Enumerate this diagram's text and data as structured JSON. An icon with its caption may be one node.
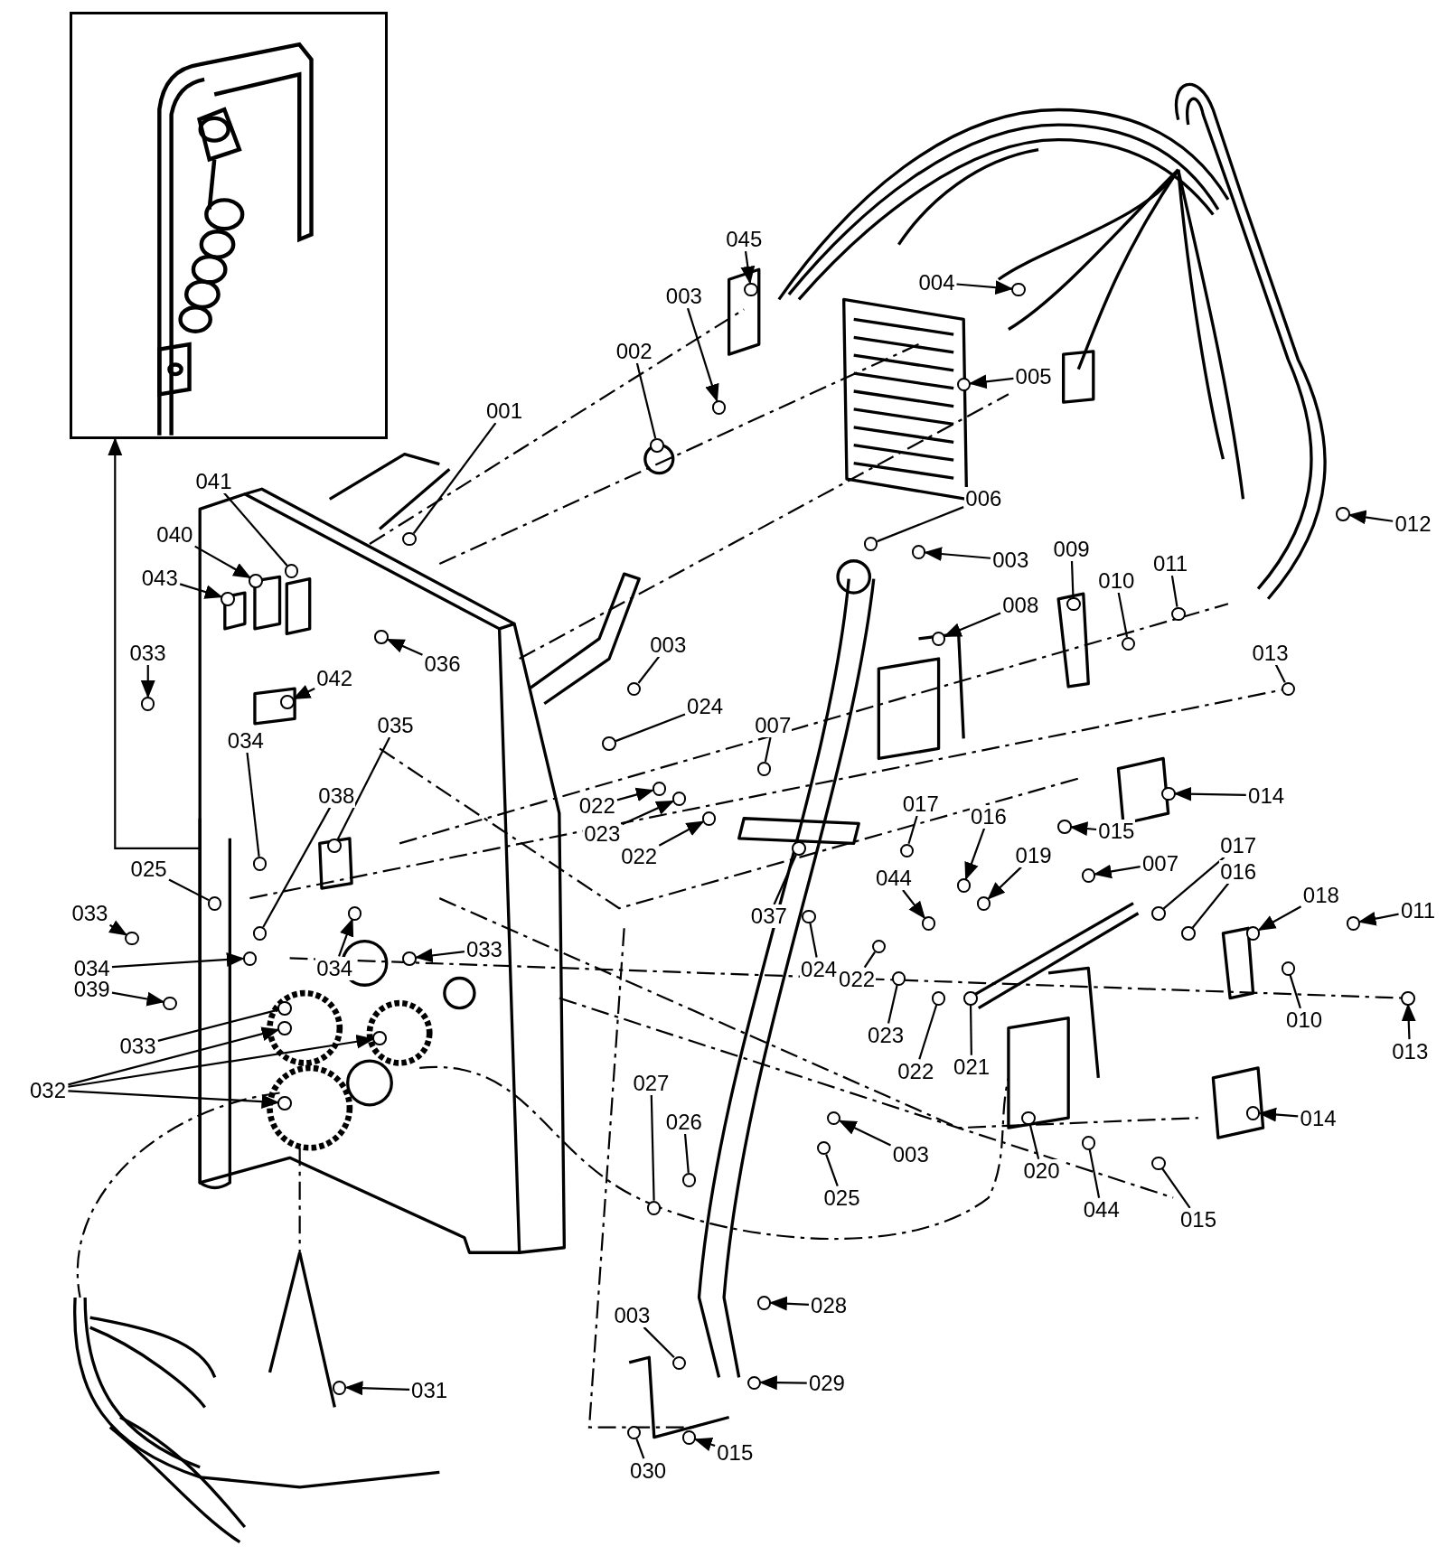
{
  "diagram": {
    "nodes": [
      {
        "text": [],
        "shape": "picture"
      },
      {
        "text": [
          "045"
        ]
      },
      {
        "text": [
          "004"
        ]
      },
      {
        "text": [
          "003"
        ]
      },
      {
        "text": [
          "002"
        ]
      },
      {
        "text": [
          "005"
        ]
      },
      {
        "text": [
          "001"
        ]
      },
      {
        "text": [
          "041"
        ]
      },
      {
        "text": [
          "006"
        ]
      },
      {
        "text": [
          "012"
        ]
      },
      {
        "text": [
          "040"
        ]
      },
      {
        "text": [
          "009"
        ]
      },
      {
        "text": [
          "003"
        ]
      },
      {
        "text": [
          "011"
        ]
      },
      {
        "text": [
          "043"
        ]
      },
      {
        "text": [
          "010"
        ]
      },
      {
        "text": [
          "008"
        ]
      },
      {
        "text": [
          "003"
        ]
      },
      {
        "text": [
          "033"
        ]
      },
      {
        "text": [
          "013"
        ]
      },
      {
        "text": [
          "036"
        ]
      },
      {
        "text": [
          "042"
        ]
      },
      {
        "text": [
          "024"
        ]
      },
      {
        "text": [
          "007"
        ]
      },
      {
        "text": [
          "035"
        ]
      },
      {
        "text": [
          "034"
        ]
      },
      {
        "text": [
          "014"
        ]
      },
      {
        "text": [
          "038"
        ]
      },
      {
        "text": [
          "017"
        ]
      },
      {
        "text": [
          "022"
        ]
      },
      {
        "text": [
          "016"
        ]
      },
      {
        "text": [
          "015"
        ]
      },
      {
        "text": [
          "023"
        ]
      },
      {
        "text": [
          "017"
        ]
      },
      {
        "text": [
          "019"
        ]
      },
      {
        "text": [
          "022"
        ]
      },
      {
        "text": [
          "007"
        ]
      },
      {
        "text": [
          "025"
        ]
      },
      {
        "text": [
          "016"
        ]
      },
      {
        "text": [
          "044"
        ]
      },
      {
        "text": [
          "018"
        ]
      },
      {
        "text": [
          "011"
        ]
      },
      {
        "text": [
          "033"
        ]
      },
      {
        "text": [
          "037"
        ]
      },
      {
        "text": [
          "033"
        ]
      },
      {
        "text": [
          "034"
        ]
      },
      {
        "text": [
          "034"
        ]
      },
      {
        "text": [
          "024"
        ]
      },
      {
        "text": [
          "022"
        ]
      },
      {
        "text": [
          "039"
        ]
      },
      {
        "text": [
          "010"
        ]
      },
      {
        "text": [
          "023"
        ]
      },
      {
        "text": [
          "033"
        ]
      },
      {
        "text": [
          "013"
        ]
      },
      {
        "text": [
          "021"
        ]
      },
      {
        "text": [
          "022"
        ]
      },
      {
        "text": [
          "027"
        ]
      },
      {
        "text": [
          "032"
        ]
      },
      {
        "text": [
          "014"
        ]
      },
      {
        "text": [
          "026"
        ]
      },
      {
        "text": [
          "003"
        ]
      },
      {
        "text": [
          "020"
        ]
      },
      {
        "text": [
          "025"
        ]
      },
      {
        "text": [
          "044"
        ]
      },
      {
        "text": [
          "015"
        ]
      },
      {
        "text": [
          "028"
        ]
      },
      {
        "text": [
          "003"
        ]
      },
      {
        "text": [
          "029"
        ]
      },
      {
        "text": [
          "031"
        ]
      },
      {
        "text": [
          "015"
        ]
      },
      {
        "text": [
          "030"
        ]
      },
      {
        "text": [],
        "shape": "circle"
      },
      {
        "text": [],
        "shape": "circle"
      },
      {
        "text": [],
        "shape": "circle"
      },
      {
        "text": [],
        "shape": "circle"
      },
      {
        "text": [],
        "shape": "circle"
      },
      {
        "text": [],
        "shape": "circle"
      },
      {
        "text": [],
        "shape": "circle"
      },
      {
        "text": [],
        "shape": "circle"
      },
      {
        "text": [],
        "shape": "circle"
      },
      {
        "text": [],
        "shape": "circle"
      },
      {
        "text": [],
        "shape": "circle"
      },
      {
        "text": [],
        "shape": "circle"
      },
      {
        "text": [],
        "shape": "circle"
      },
      {
        "text": [],
        "shape": "circle"
      },
      {
        "text": [],
        "shape": "circle"
      },
      {
        "text": [],
        "shape": "circle"
      },
      {
        "text": [],
        "shape": "circle"
      },
      {
        "text": [],
        "shape": "circle"
      },
      {
        "text": [],
        "shape": "circle"
      },
      {
        "text": [],
        "shape": "circle"
      },
      {
        "text": [],
        "shape": "circle"
      },
      {
        "text": [],
        "shape": "circle"
      },
      {
        "text": [],
        "shape": "circle"
      },
      {
        "text": [],
        "shape": "circle"
      },
      {
        "text": [],
        "shape": "circle"
      },
      {
        "text": [],
        "shape": "circle"
      },
      {
        "text": [],
        "shape": "circle"
      },
      {
        "text": [],
        "shape": "circle"
      },
      {
        "text": [],
        "shape": "circle"
      },
      {
        "text": [],
        "shape": "circle"
      },
      {
        "text": [],
        "shape": "circle"
      },
      {
        "text": [],
        "shape": "circle"
      },
      {
        "text": [],
        "shape": "circle"
      },
      {
        "text": [],
        "shape": "circle"
      },
      {
        "text": [],
        "shape": "circle"
      },
      {
        "text": [],
        "shape": "circle"
      },
      {
        "text": [],
        "shape": "circle"
      },
      {
        "text": [],
        "shape": "circle"
      },
      {
        "text": [],
        "shape": "circle"
      },
      {
        "text": [],
        "shape": "circle"
      },
      {
        "text": [],
        "shape": "circle"
      },
      {
        "text": [],
        "shape": "circle"
      },
      {
        "text": [],
        "shape": "circle"
      },
      {
        "text": [],
        "shape": "circle"
      },
      {
        "text": [],
        "shape": "circle"
      },
      {
        "text": [],
        "shape": "circle"
      },
      {
        "text": [],
        "shape": "circle"
      },
      {
        "text": [],
        "shape": "circle"
      },
      {
        "text": [],
        "shape": "circle"
      },
      {
        "text": [],
        "shape": "circle"
      },
      {
        "text": [],
        "shape": "circle"
      },
      {
        "text": [],
        "shape": "circle"
      },
      {
        "text": [],
        "shape": "circle"
      },
      {
        "text": [],
        "shape": "circle"
      },
      {
        "text": [],
        "shape": "circle"
      },
      {
        "text": [],
        "shape": "circle"
      },
      {
        "text": [],
        "shape": "circle"
      },
      {
        "text": [],
        "shape": "circle"
      },
      {
        "text": [],
        "shape": "circle"
      },
      {
        "text": [],
        "shape": "circle"
      },
      {
        "text": [],
        "shape": "circle"
      },
      {
        "text": [],
        "shape": "circle"
      },
      {
        "text": [],
        "shape": "circle"
      },
      {
        "text": [],
        "shape": "circle"
      },
      {
        "text": [],
        "shape": "circle"
      },
      {
        "text": [],
        "shape": "circle"
      },
      {
        "text": [],
        "shape": "circle"
      },
      {
        "text": [],
        "shape": "circle"
      },
      {
        "text": [],
        "shape": "circle"
      },
      {
        "text": [],
        "shape": "circle"
      },
      {
        "text": [],
        "shape": "circle"
      },
      {
        "text": [],
        "shape": "circle"
      }
    ],
    "edges": [
      {
        "from": 1,
        "to": 71,
        "arrow": "to"
      },
      {
        "from": 2,
        "to": 72,
        "arrow": "to"
      },
      {
        "from": 3,
        "to": 73,
        "arrow": "to"
      },
      {
        "from": 4,
        "to": 74,
        "arrow": "none"
      },
      {
        "from": 5,
        "to": 75,
        "arrow": "to"
      },
      {
        "from": 6,
        "to": 76,
        "arrow": "none"
      },
      {
        "from": 7,
        "to": 77,
        "arrow": "none"
      },
      {
        "from": 8,
        "to": 78,
        "arrow": "none"
      },
      {
        "from": 9,
        "to": 79,
        "arrow": "to"
      },
      {
        "from": 10,
        "to": 80,
        "arrow": "to"
      },
      {
        "from": 11,
        "to": 81,
        "arrow": "none"
      },
      {
        "from": 12,
        "to": 82,
        "arrow": "to"
      },
      {
        "from": 13,
        "to": 83,
        "arrow": "none"
      },
      {
        "from": 14,
        "to": 84,
        "arrow": "to"
      },
      {
        "from": 15,
        "to": 85,
        "arrow": "none"
      },
      {
        "from": 16,
        "to": 86,
        "arrow": "to"
      },
      {
        "from": 17,
        "to": 87,
        "arrow": "none"
      },
      {
        "from": 18,
        "to": 88,
        "arrow": "to"
      },
      {
        "from": 19,
        "to": 89,
        "arrow": "none"
      },
      {
        "from": 20,
        "to": 90,
        "arrow": "to"
      },
      {
        "from": 21,
        "to": 91,
        "arrow": "to"
      },
      {
        "from": 22,
        "to": 92,
        "arrow": "none"
      },
      {
        "from": 23,
        "to": 93,
        "arrow": "none"
      },
      {
        "from": 24,
        "to": 94,
        "arrow": "none"
      },
      {
        "from": 25,
        "to": 95,
        "arrow": "none"
      },
      {
        "from": 26,
        "to": 96,
        "arrow": "to"
      },
      {
        "from": 27,
        "to": 97,
        "arrow": "none"
      },
      {
        "from": 28,
        "to": 98,
        "arrow": "none"
      },
      {
        "from": 29,
        "to": 99,
        "arrow": "to"
      },
      {
        "from": 30,
        "to": 100,
        "arrow": "to"
      },
      {
        "from": 31,
        "to": 101,
        "arrow": "to"
      },
      {
        "from": 32,
        "to": 102,
        "arrow": "to"
      },
      {
        "from": 33,
        "to": 103,
        "arrow": "none"
      },
      {
        "from": 34,
        "to": 104,
        "arrow": "to"
      },
      {
        "from": 35,
        "to": 105,
        "arrow": "to"
      },
      {
        "from": 36,
        "to": 106,
        "arrow": "to"
      },
      {
        "from": 37,
        "to": 107,
        "arrow": "none"
      },
      {
        "from": 38,
        "to": 108,
        "arrow": "none"
      },
      {
        "from": 39,
        "to": 109,
        "arrow": "to"
      },
      {
        "from": 40,
        "to": 110,
        "arrow": "to"
      },
      {
        "from": 41,
        "to": 111,
        "arrow": "to"
      },
      {
        "from": 42,
        "to": 112,
        "arrow": "to"
      },
      {
        "from": 43,
        "to": 113,
        "arrow": "none"
      },
      {
        "from": 44,
        "to": 114,
        "arrow": "to"
      },
      {
        "from": 45,
        "to": 115,
        "arrow": "to"
      },
      {
        "from": 46,
        "to": 116,
        "arrow": "to"
      },
      {
        "from": 47,
        "to": 117,
        "arrow": "none"
      },
      {
        "from": 48,
        "to": 118,
        "arrow": "none"
      },
      {
        "from": 49,
        "to": 119,
        "arrow": "to"
      },
      {
        "from": 50,
        "to": 120,
        "arrow": "none"
      },
      {
        "from": 51,
        "to": 121,
        "arrow": "none"
      },
      {
        "from": 52,
        "to": 122,
        "arrow": "none"
      },
      {
        "from": 53,
        "to": 123,
        "arrow": "to"
      },
      {
        "from": 54,
        "to": 124,
        "arrow": "none"
      },
      {
        "from": 55,
        "to": 125,
        "arrow": "none"
      },
      {
        "from": 56,
        "to": 126,
        "arrow": "none"
      },
      {
        "from": 57,
        "to": 127,
        "arrow": "to"
      },
      {
        "from": 57,
        "to": 128,
        "arrow": "to"
      },
      {
        "from": 57,
        "to": 129,
        "arrow": "to"
      },
      {
        "from": 58,
        "to": 130,
        "arrow": "to"
      },
      {
        "from": 59,
        "to": 131,
        "arrow": "none"
      },
      {
        "from": 60,
        "to": 132,
        "arrow": "to"
      },
      {
        "from": 61,
        "to": 133,
        "arrow": "none"
      },
      {
        "from": 62,
        "to": 134,
        "arrow": "none"
      },
      {
        "from": 63,
        "to": 135,
        "arrow": "none"
      },
      {
        "from": 64,
        "to": 136,
        "arrow": "none"
      },
      {
        "from": 65,
        "to": 137,
        "arrow": "to"
      },
      {
        "from": 66,
        "to": 138,
        "arrow": "none"
      },
      {
        "from": 67,
        "to": 139,
        "arrow": "to"
      },
      {
        "from": 68,
        "to": 140,
        "arrow": "to"
      },
      {
        "from": 69,
        "to": 141,
        "arrow": "to"
      },
      {
        "from": 70,
        "to": 142,
        "arrow": "none"
      },
      {
        "from": null,
        "to": 0,
        "arrow": "to"
      }
    ]
  }
}
